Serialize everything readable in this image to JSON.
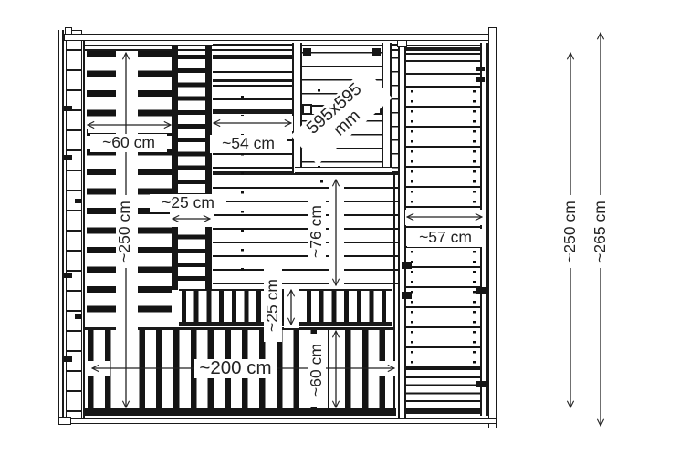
{
  "drawing": {
    "title": "wall elevation with dimension annotations",
    "labels": {
      "section_a_width": "~60 cm",
      "section_b_width": "~54 cm",
      "ladder_width": "~25 cm",
      "wall_height_left": "~250 cm",
      "window_size_value": "595x595",
      "window_size_unit": "mm",
      "below_window_height": "~76 cm",
      "door_width": "~57 cm",
      "lower_band_height": "~25 cm",
      "bench_front_width": "~200 cm",
      "bench_front_height": "~60 cm",
      "overall_height_inner": "~250 cm",
      "overall_height_outer": "~265 cm"
    }
  }
}
